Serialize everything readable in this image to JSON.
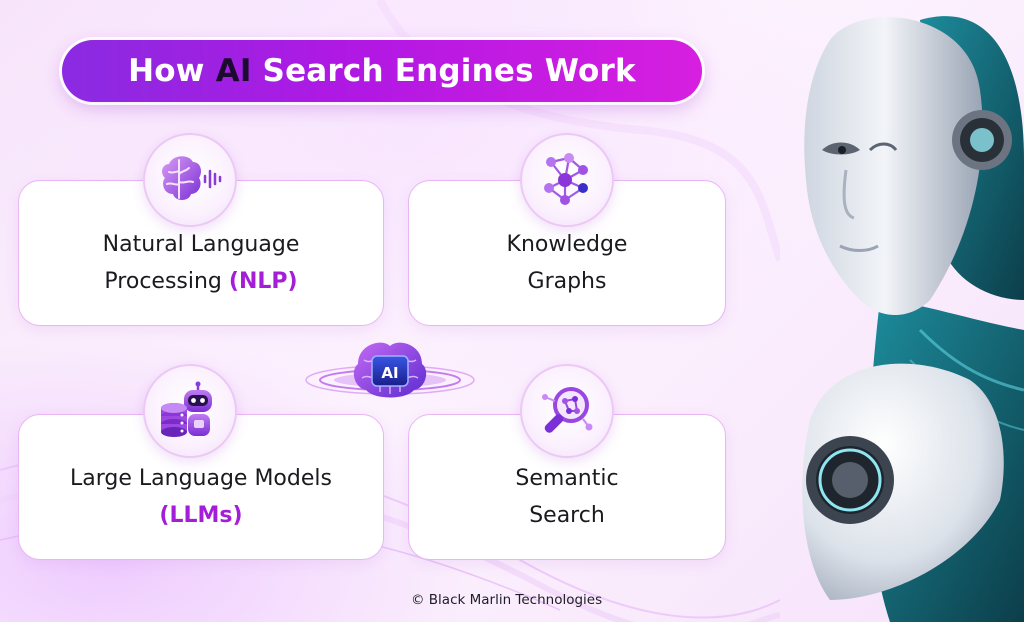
{
  "title": {
    "prefix": "How ",
    "highlight": "AI",
    "suffix": " Search Engines Work"
  },
  "cards": {
    "nlp": {
      "line1": "Natural Language",
      "line2_text": "Processing ",
      "line2_highlight": "(NLP)",
      "icon": "brain-waves-icon"
    },
    "kg": {
      "line1": "Knowledge",
      "line2": "Graphs",
      "icon": "network-nodes-icon"
    },
    "llm": {
      "line1": "Large Language Models",
      "line2_highlight": "(LLMs)",
      "icon": "robot-database-icon"
    },
    "ss": {
      "line1": "Semantic",
      "line2": "Search",
      "icon": "magnifier-nodes-icon"
    }
  },
  "center": {
    "label": "AI",
    "icon": "ai-brain-chip-icon"
  },
  "footer": {
    "text": "© Black Marlin Technologies"
  },
  "colors": {
    "accent_purple": "#a41ed8",
    "pill_start": "#8a2be2",
    "pill_end": "#d71fe0",
    "card_border": "#e8b6f3"
  }
}
